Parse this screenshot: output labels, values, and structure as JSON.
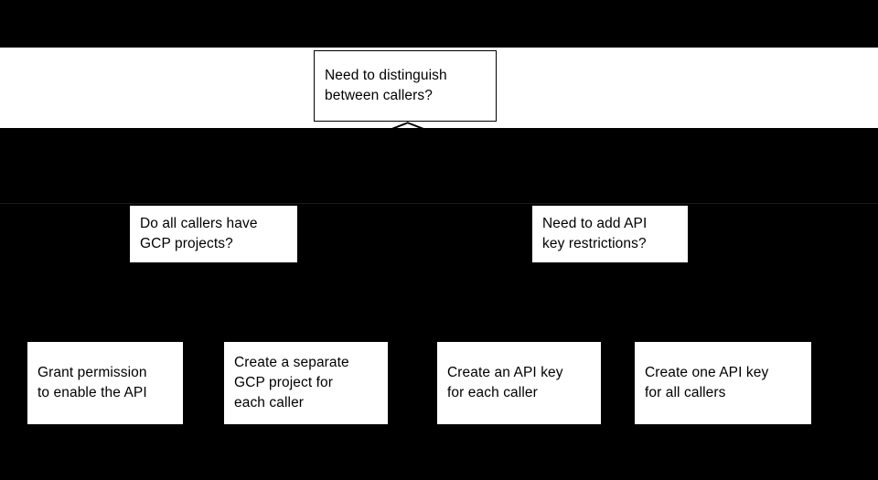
{
  "diagram": {
    "title": "API access decision flowchart",
    "background_color": "#000000",
    "node_fill": "#ffffff",
    "node_stroke": "#000000",
    "root": {
      "id": "root-decision",
      "text": "Need to distinguish\nbetween callers?"
    },
    "decisions": [
      {
        "id": "decision-gcp-projects",
        "text": "Do all callers have\nGCP projects?"
      },
      {
        "id": "decision-api-key-restrictions",
        "text": "Need to add API\nkey restrictions?"
      }
    ],
    "outcomes": [
      {
        "id": "outcome-grant-permission",
        "text": "Grant permission\nto enable the API"
      },
      {
        "id": "outcome-separate-project",
        "text": "Create a separate\nGCP project for\neach caller"
      },
      {
        "id": "outcome-key-per-caller",
        "text": "Create an API key\nfor each caller"
      },
      {
        "id": "outcome-one-key-all",
        "text": "Create one API key\nfor all callers"
      }
    ]
  }
}
